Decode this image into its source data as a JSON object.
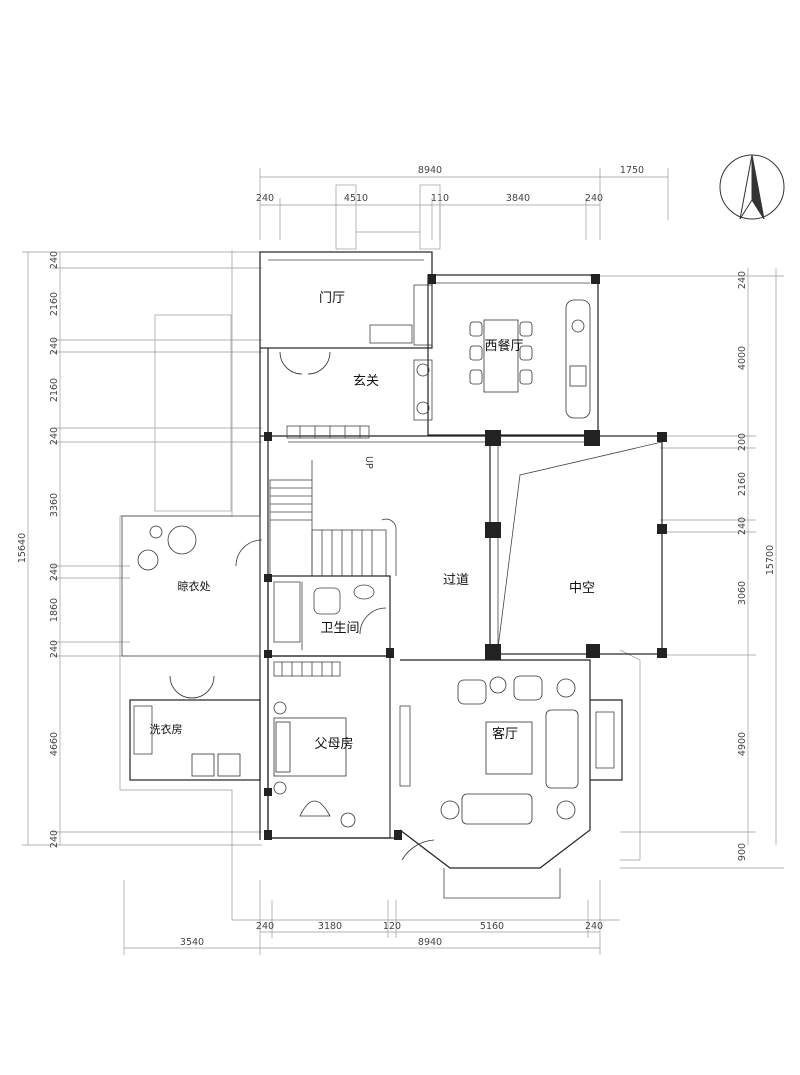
{
  "dimensions": {
    "top_total": "8940",
    "top_extra": "1750",
    "top_segments": [
      "240",
      "4510",
      "110",
      "3840",
      "240"
    ],
    "bottom_total": "8940",
    "bottom_left": "3540",
    "bottom_segments": [
      "240",
      "3180",
      "120",
      "5160",
      "240"
    ],
    "left_total": "15640",
    "left_segments": [
      "240",
      "2160",
      "240",
      "2160",
      "240",
      "3360",
      "240",
      "1860",
      "240",
      "4660",
      "240"
    ],
    "right_total": "15700",
    "right_segments": [
      "240",
      "4000",
      "200",
      "2160",
      "240",
      "3060",
      "4900",
      "900"
    ]
  },
  "rooms": {
    "foyer": "门厅",
    "entrance": "玄关",
    "dining": "西餐厅",
    "corridor": "过道",
    "void": "中空",
    "bathroom": "卫生间",
    "drying": "晾衣处",
    "laundry": "洗衣房",
    "parents_room": "父母房",
    "living": "客厅"
  },
  "stair_label": "UP",
  "icons": [
    "north-arrow-icon"
  ]
}
